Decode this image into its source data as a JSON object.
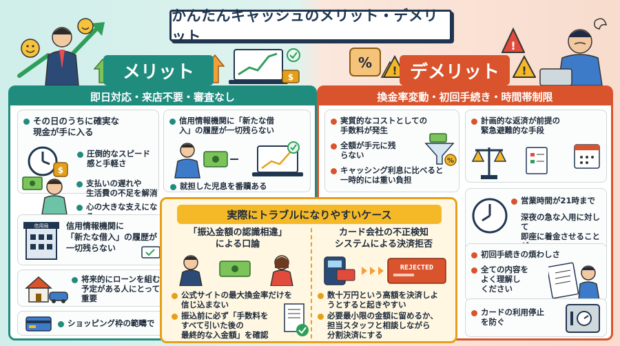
{
  "title": "かんたんキャッシュのメリット・デメリット",
  "merit": {
    "banner": "メリット",
    "header": "即日対応・来店不要・審査なし",
    "items": [
      {
        "text": "その日のうちに確実な\n現金が手に入る"
      },
      {
        "text": "圧倒的なスピード\n感と手軽さ"
      },
      {
        "text": "支払いの遅れや\n生活費の不足を解消"
      },
      {
        "text": "心の大きな支えになる"
      },
      {
        "text": "信用情報機関に\n「新たな借入」の履歴が\n一切残らない"
      },
      {
        "text": "将来的にローンを組む\n予定がある人にとって\n重要"
      },
      {
        "text": "ショッピング枠の範疇で"
      }
    ],
    "right_items": [
      {
        "text": "信用情報機関に「新たな借\n入」の履歴が一切残らない"
      },
      {
        "text": "就担した児息を番贖ある"
      }
    ],
    "building_label": "信用局"
  },
  "demerit": {
    "banner": "デメリット",
    "header": "換金率変動・初回手続き・時間帯制限",
    "left_items": [
      {
        "text": "実質的なコストとしての\n手数料が発生"
      },
      {
        "text": "全額が手元に残\nらない"
      },
      {
        "text": "キャッシング利息に比べると\n一時的には重い負担"
      }
    ],
    "right_items": [
      {
        "text": "計画的な返済が前提の\n緊急避難的な手段"
      },
      {
        "text": "営業時間が21時まで"
      },
      {
        "text": "深夜の急な入用に対して\n即座に着金させることが\nできない"
      },
      {
        "text": "初回手続きの煩わしさ"
      },
      {
        "text": "全ての内容を\nよく理解し\nください"
      },
      {
        "text": "カードの利用停止\nを防ぐ"
      }
    ]
  },
  "trouble": {
    "header": "実際にトラブルになりやすいケース",
    "left": {
      "title": "「振込金額の認識相違」\nによる口論",
      "items": [
        {
          "text": "公式サイトの最大換金率だけを\n信じ込まない"
        },
        {
          "text": "振込前に必ず「手数料を\nすべて引いた後の\n最終的な入金額」を確認"
        }
      ]
    },
    "right": {
      "title": "カード会社の不正検知\nシステムによる決済拒否",
      "rejected": "REJECTED",
      "items": [
        {
          "text": "数十万円という高額を決済しよ\nうとすると起きやすい"
        },
        {
          "text": "必要最小限の金額に留めるか、\n担当スタッフと相談しながら\n分割決済にする"
        }
      ]
    }
  },
  "colors": {
    "merit": "#1f8c7e",
    "demerit": "#d9532c",
    "trouble": "#e5a01a",
    "title_border": "#1f3550"
  },
  "icons": [
    "clock-icon",
    "money-bag-icon",
    "cash-icon",
    "person-icon",
    "phone-icon",
    "laptop-chart-icon",
    "building-icon",
    "house-car-icon",
    "credit-card-icon",
    "funnel-icon",
    "scale-icon",
    "calendar-icon",
    "check-icon",
    "warning-icon",
    "safe-icon",
    "card-terminal-icon",
    "receipt-icon",
    "smile-icon"
  ]
}
